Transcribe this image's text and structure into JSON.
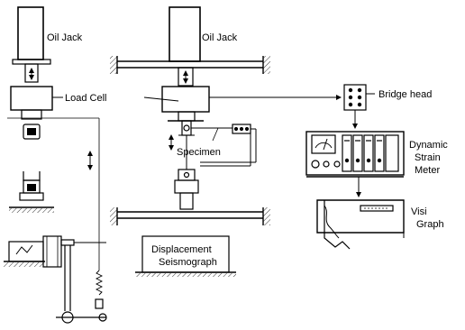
{
  "labels": {
    "oil_jack_left": "Oil Jack",
    "oil_jack_right": "Oil Jack",
    "load_cell": "Load Cell",
    "bridge_head": "Bridge head",
    "specimen": "Specimen",
    "dynamic_strain_meter": [
      "Dynamic",
      "Strain",
      "Meter"
    ],
    "visi_graph": [
      "Visi",
      "Graph"
    ],
    "displacement_seismograph": [
      "Displacement",
      "Seismograph"
    ]
  },
  "colors": {
    "ink": "#000000",
    "paper": "#ffffff"
  }
}
